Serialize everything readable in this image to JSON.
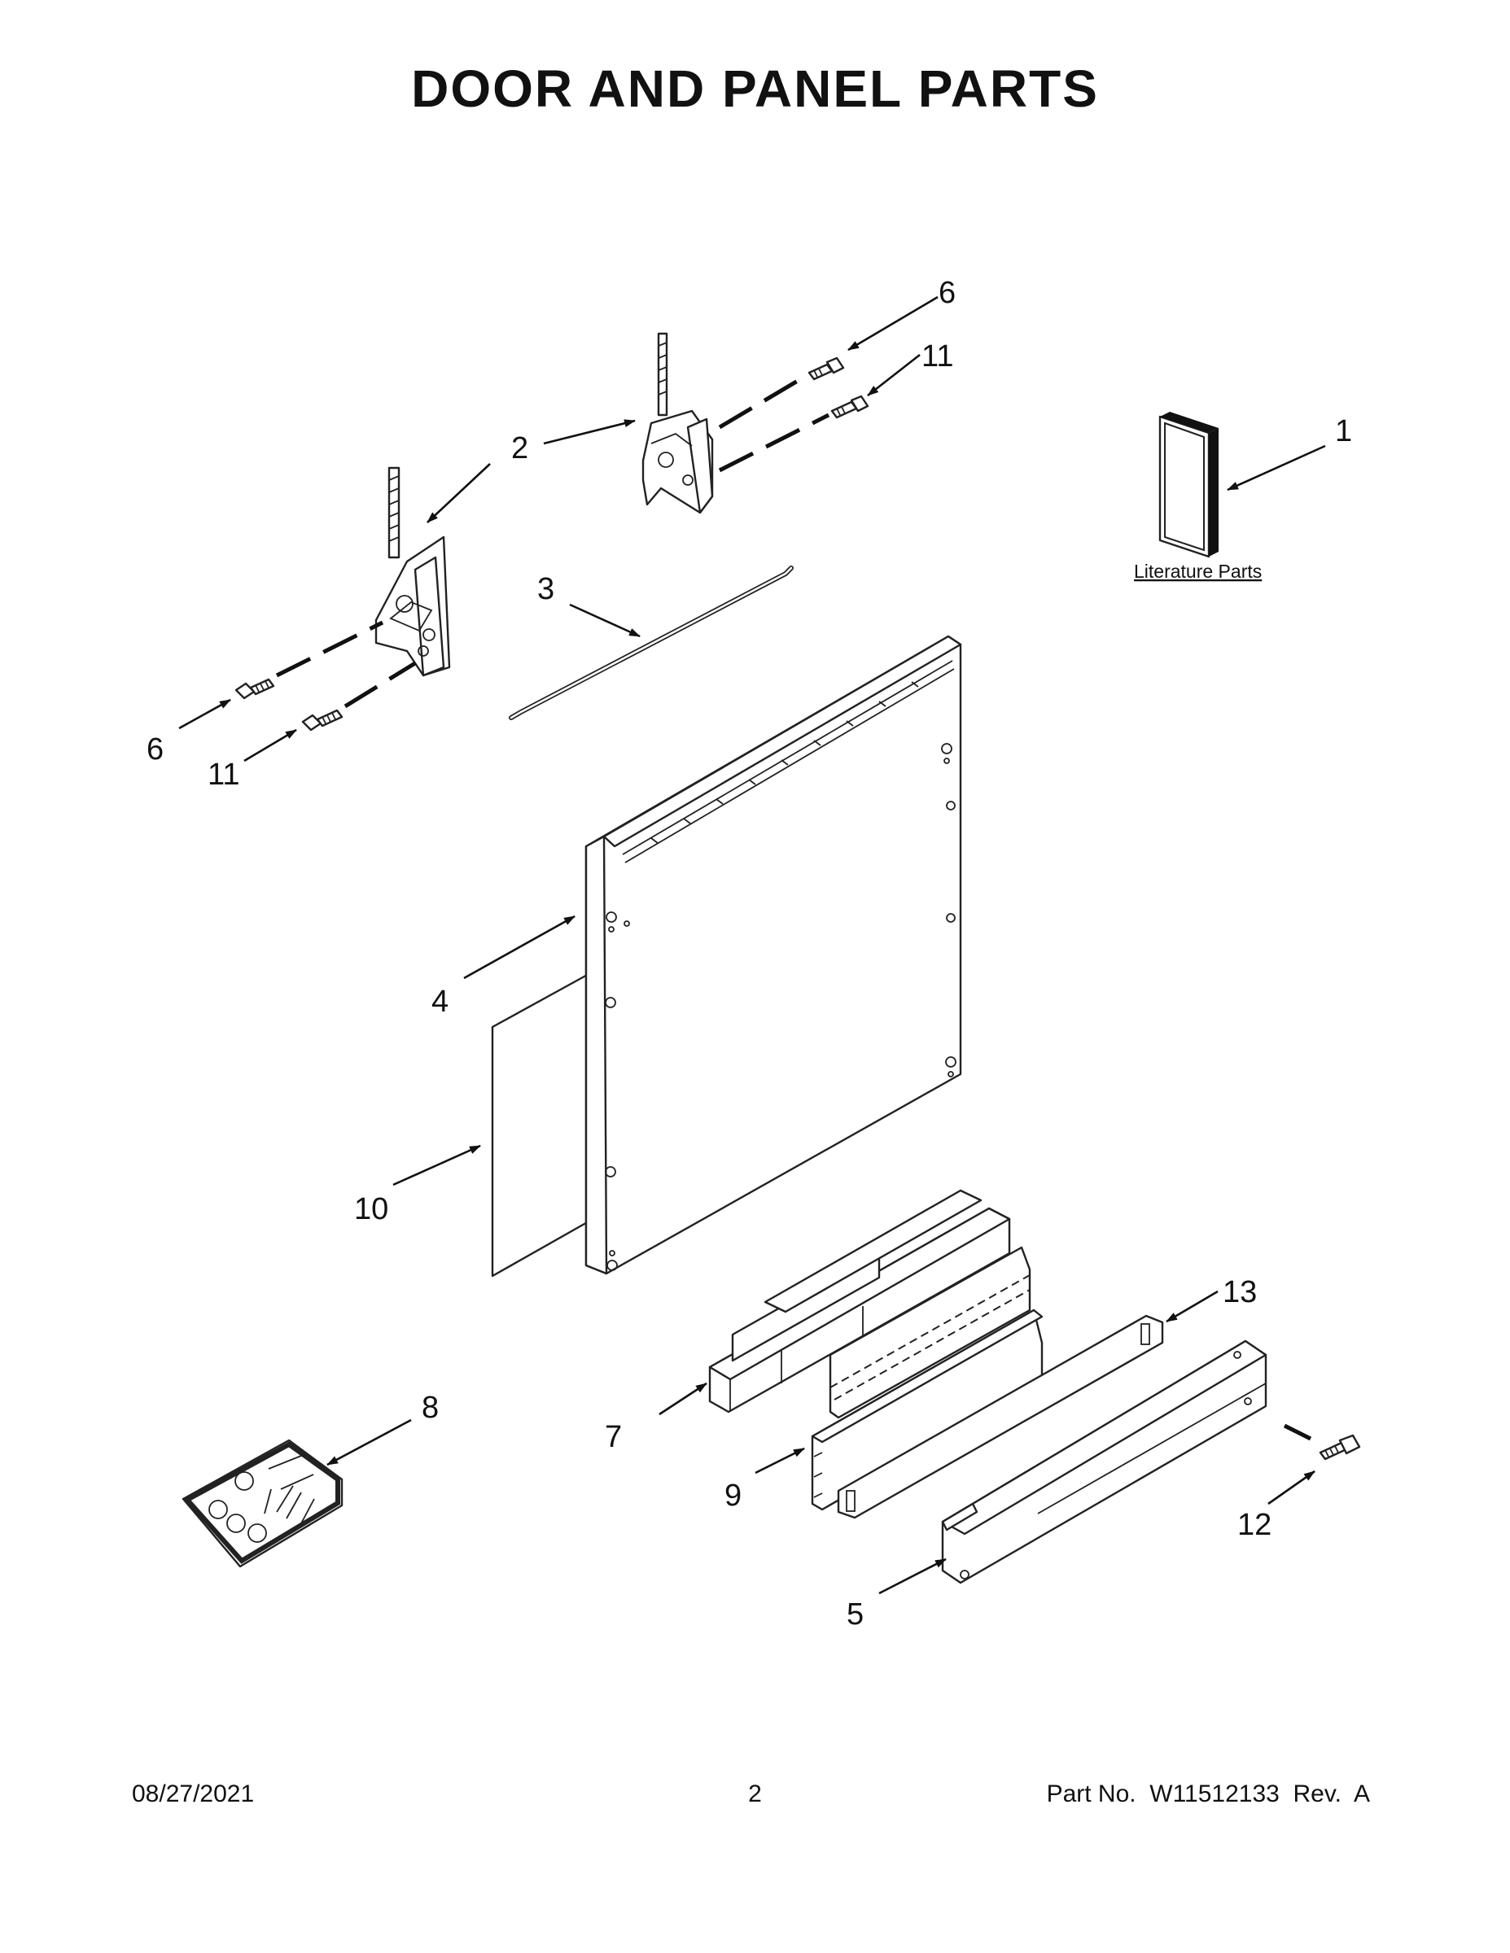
{
  "page_title": "DOOR AND PANEL PARTS",
  "callouts": {
    "c1": "1",
    "c2": "2",
    "c3": "3",
    "c4": "4",
    "c5": "5",
    "c6a": "6",
    "c6b": "6",
    "c7": "7",
    "c8": "8",
    "c9": "9",
    "c10": "10",
    "c11a": "11",
    "c11b": "11",
    "c12": "12",
    "c13": "13"
  },
  "literature_label": "Literature Parts",
  "footer": {
    "date": "08/27/2021",
    "page": "2",
    "part_number": "Part No.  W11512133  Rev.  A"
  }
}
